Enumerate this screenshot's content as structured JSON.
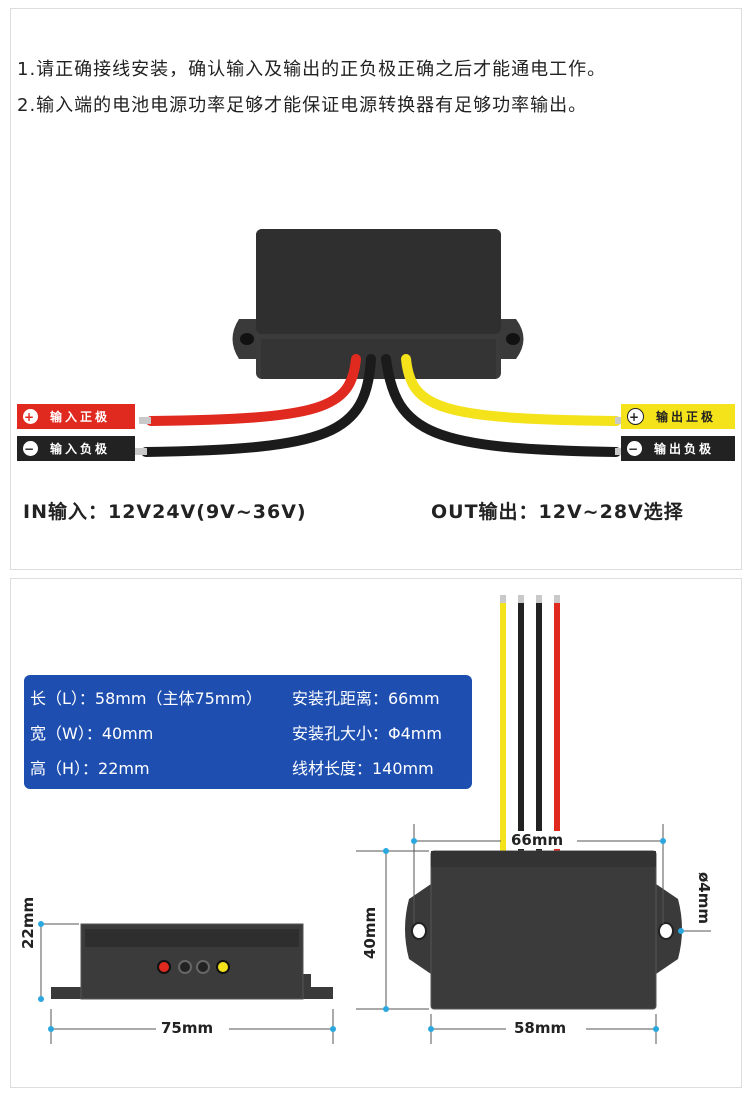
{
  "notes": [
    "1.请正确接线安装，确认输入及输出的正负极正确之后才能通电工作。",
    "2.输入端的电池电源功率足够才能保证电源转换器有足够功率输出。"
  ],
  "labels": {
    "in_pos": "输入正极",
    "in_neg": "输入负极",
    "out_pos": "输出正极",
    "out_neg": "输出负极",
    "plus_symbol": "+",
    "minus_symbol": "−"
  },
  "specs_line": {
    "input": "IN输入：12V24V(9V~36V)",
    "output": "OUT输出：12V~28V选择"
  },
  "spec_table": {
    "length": "长（L）：58mm（主体75mm）",
    "width": "宽（W）：40mm",
    "height": "高（H）：22mm",
    "hole_distance": "安装孔距离：66mm",
    "hole_size": "安装孔大小：Φ4mm",
    "wire_length": "线材长度：140mm"
  },
  "dimensions": {
    "side_height": "22mm",
    "side_width": "75mm",
    "top_height": "40mm",
    "top_width": "58mm",
    "hole_distance": "66mm",
    "hole_diameter": "ø4mm"
  },
  "colors": {
    "red": "#e02a1f",
    "yellow": "#f4e21a",
    "black": "#222222",
    "blue": "#1e4fb0",
    "dim_point": "#2aa7df"
  }
}
